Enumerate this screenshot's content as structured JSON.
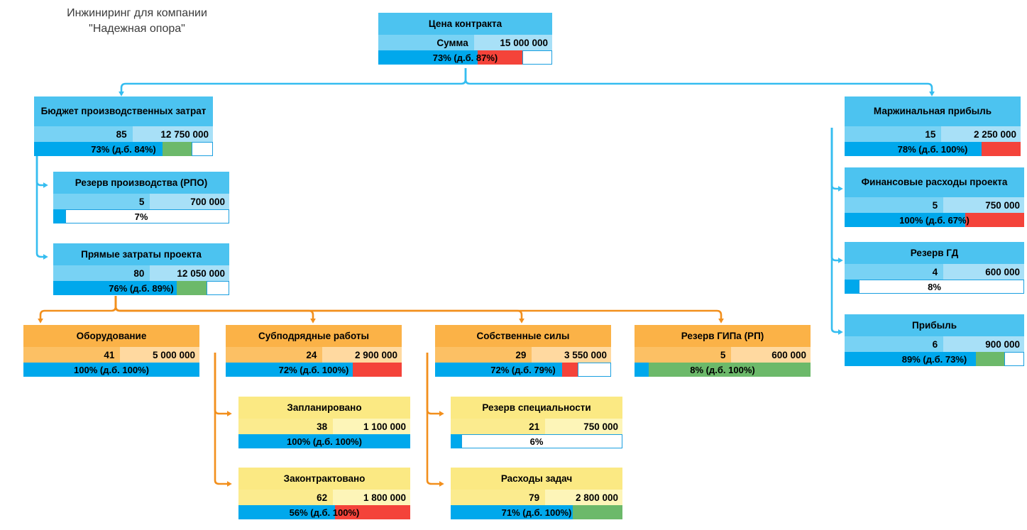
{
  "title": "Инжиниринг для компании\n\"Надежная опора\"",
  "colors": {
    "blue_header": "#4cc3f0",
    "blue_values": "#a8e0f7",
    "blue_progress": "#00a8ec",
    "orange_header": "#fbb247",
    "yellow_header": "#fbe983",
    "bar_red": "#f4433a",
    "bar_green": "#6cb96a",
    "connector_blue": "#35bdf0",
    "connector_orange": "#f28f1c"
  },
  "cards": [
    {
      "id": "contract-price",
      "theme": "blue",
      "header": "Цена контракта",
      "quantity": "Сумма",
      "amount": "15 000 000",
      "progress_text": "73% (д.б. 87%)",
      "bars": [
        {
          "kind": "red",
          "left_pct": 57,
          "width_pct": 26
        },
        {
          "kind": "white",
          "left_pct": 83,
          "width_pct": 17
        }
      ]
    },
    {
      "id": "production-budget",
      "theme": "blue",
      "header": "Бюджет производственных затрат",
      "quantity": "85",
      "amount": "12 750 000",
      "progress_text": "73% (д.б. 84%)",
      "bars": [
        {
          "kind": "green",
          "left_pct": 72,
          "width_pct": 16
        },
        {
          "kind": "white",
          "left_pct": 88,
          "width_pct": 12
        }
      ]
    },
    {
      "id": "production-reserve-rpo",
      "theme": "blue",
      "header": "Резерв производства (РПО)",
      "quantity": "5",
      "amount": "700 000",
      "progress_text": "7%",
      "hollow": true,
      "bars": [
        {
          "kind": "blue",
          "left_pct": 0,
          "width_pct": 7
        },
        {
          "kind": "white",
          "left_pct": 7,
          "width_pct": 93
        }
      ]
    },
    {
      "id": "direct-project-costs",
      "theme": "blue",
      "header": "Прямые затраты проекта",
      "quantity": "80",
      "amount": "12 050 000",
      "progress_text": "76% (д.б. 89%)",
      "bars": [
        {
          "kind": "green",
          "left_pct": 70,
          "width_pct": 17
        },
        {
          "kind": "white",
          "left_pct": 87,
          "width_pct": 13
        }
      ]
    },
    {
      "id": "equipment",
      "theme": "orange",
      "header": "Оборудование",
      "quantity": "41",
      "amount": "5 000 000",
      "progress_text": "100% (д.б. 100%)",
      "bars": []
    },
    {
      "id": "subcontract-works",
      "theme": "orange",
      "header": "Субподрядные работы",
      "quantity": "24",
      "amount": "2 900 000",
      "progress_text": "72% (д.б. 100%)",
      "bars": [
        {
          "kind": "red",
          "left_pct": 72,
          "width_pct": 28
        }
      ]
    },
    {
      "id": "own-resources",
      "theme": "orange",
      "header": "Собственные силы",
      "quantity": "29",
      "amount": "3 550 000",
      "progress_text": "72% (д.б. 79%)",
      "bars": [
        {
          "kind": "red",
          "left_pct": 72,
          "width_pct": 9
        },
        {
          "kind": "white",
          "left_pct": 81,
          "width_pct": 19
        }
      ]
    },
    {
      "id": "gip-reserve-rp",
      "theme": "orange",
      "header": "Резерв ГИПа (РП)",
      "quantity": "5",
      "amount": "600 000",
      "progress_text": "8% (д.б. 100%)",
      "bars": [
        {
          "kind": "green",
          "left_pct": 8,
          "width_pct": 92
        }
      ]
    },
    {
      "id": "planned",
      "theme": "yellow",
      "header": "Запланировано",
      "quantity": "38",
      "amount": "1 100 000",
      "progress_text": "100% (д.б. 100%)",
      "bars": []
    },
    {
      "id": "contracted",
      "theme": "yellow",
      "header": "Законтрактовано",
      "quantity": "62",
      "amount": "1 800 000",
      "progress_text": "56% (д.б. 100%)",
      "bars": [
        {
          "kind": "red",
          "left_pct": 56,
          "width_pct": 44
        }
      ]
    },
    {
      "id": "specialty-reserve",
      "theme": "yellow",
      "header": "Резерв специальности",
      "quantity": "21",
      "amount": "750 000",
      "progress_text": "6%",
      "hollow": true,
      "bars": [
        {
          "kind": "blue",
          "left_pct": 0,
          "width_pct": 6
        },
        {
          "kind": "white",
          "left_pct": 6,
          "width_pct": 94
        }
      ]
    },
    {
      "id": "task-expenses",
      "theme": "yellow",
      "header": "Расходы задач",
      "quantity": "79",
      "amount": "2 800 000",
      "progress_text": "71% (д.б. 100%)",
      "bars": [
        {
          "kind": "green",
          "left_pct": 71,
          "width_pct": 29
        }
      ]
    },
    {
      "id": "marginal-profit",
      "theme": "blue",
      "header": "Маржинальная прибыль",
      "quantity": "15",
      "amount": "2 250 000",
      "progress_text": "78% (д.б. 100%)",
      "bars": [
        {
          "kind": "red",
          "left_pct": 78,
          "width_pct": 22
        }
      ]
    },
    {
      "id": "project-financial-costs",
      "theme": "blue",
      "header": "Финансовые расходы проекта",
      "quantity": "5",
      "amount": "750 000",
      "progress_text": "100% (д.б. 67%)",
      "bars": [
        {
          "kind": "red",
          "left_pct": 67,
          "width_pct": 33
        }
      ]
    },
    {
      "id": "gd-reserve",
      "theme": "blue",
      "header": "Резерв ГД",
      "quantity": "4",
      "amount": "600 000",
      "progress_text": "8%",
      "hollow": true,
      "bars": [
        {
          "kind": "blue",
          "left_pct": 0,
          "width_pct": 8
        },
        {
          "kind": "white",
          "left_pct": 8,
          "width_pct": 92
        }
      ]
    },
    {
      "id": "profit",
      "theme": "blue",
      "header": "Прибыль",
      "quantity": "6",
      "amount": "900 000",
      "progress_text": "89% (д.б. 73%)",
      "bars": [
        {
          "kind": "green",
          "left_pct": 73,
          "width_pct": 16
        },
        {
          "kind": "white",
          "left_pct": 89,
          "width_pct": 11
        }
      ]
    }
  ]
}
